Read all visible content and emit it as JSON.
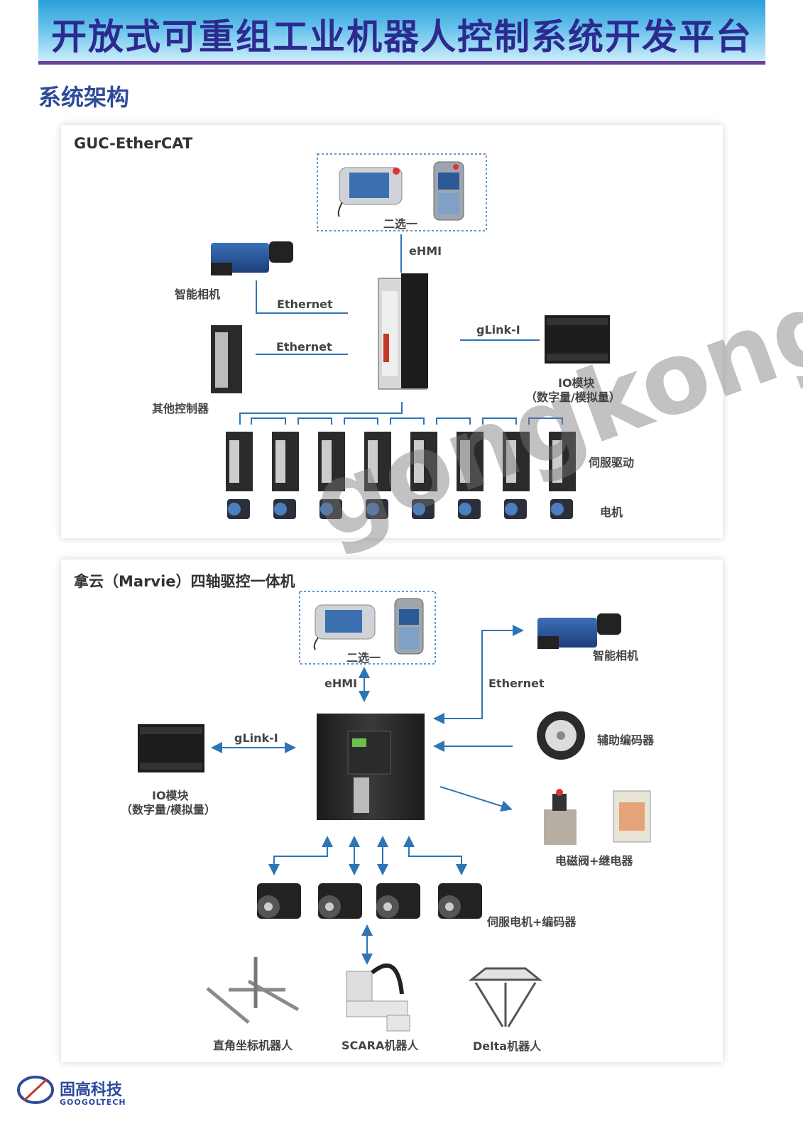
{
  "header": {
    "main_title": "开放式可重组工业机器人控制系统开发平台",
    "section_title": "系统架构"
  },
  "panel1": {
    "title": "GUC-EtherCAT",
    "select_one": "二选一",
    "ehmi": "eHMI",
    "camera": "智能相机",
    "ethernet_top": "Ethernet",
    "ethernet_bottom": "Ethernet",
    "other_controller": "其他控制器",
    "glink": "gLink-I",
    "io_module": "IO模块",
    "io_module_sub": "（数字量/模拟量）",
    "servo_drive": "伺服驱动",
    "motor": "电机"
  },
  "panel2": {
    "title": "拿云（Marvie）四轴驱控一体机",
    "select_one": "二选一",
    "ehmi": "eHMI",
    "camera": "智能相机",
    "ethernet": "Ethernet",
    "glink": "gLink-I",
    "aux_encoder": "辅助编码器",
    "io_module": "IO模块",
    "io_module_sub": "（数字量/模拟量）",
    "valve_relay": "电磁阀+继电器",
    "servo_motor_encoder": "伺服电机+编码器",
    "cartesian_robot": "直角坐标机器人",
    "scara_robot": "SCARA机器人",
    "delta_robot": "Delta机器人"
  },
  "watermark": "gongkong",
  "logo": {
    "cn": "固高科技",
    "en": "GOOGOLTECH"
  },
  "colors": {
    "title_text": "#2d2a8f",
    "banner_top": "#2a9fd9",
    "banner_line": "#6b3f97",
    "connector": "#2e75b6",
    "section_title": "#2d4b9a"
  }
}
